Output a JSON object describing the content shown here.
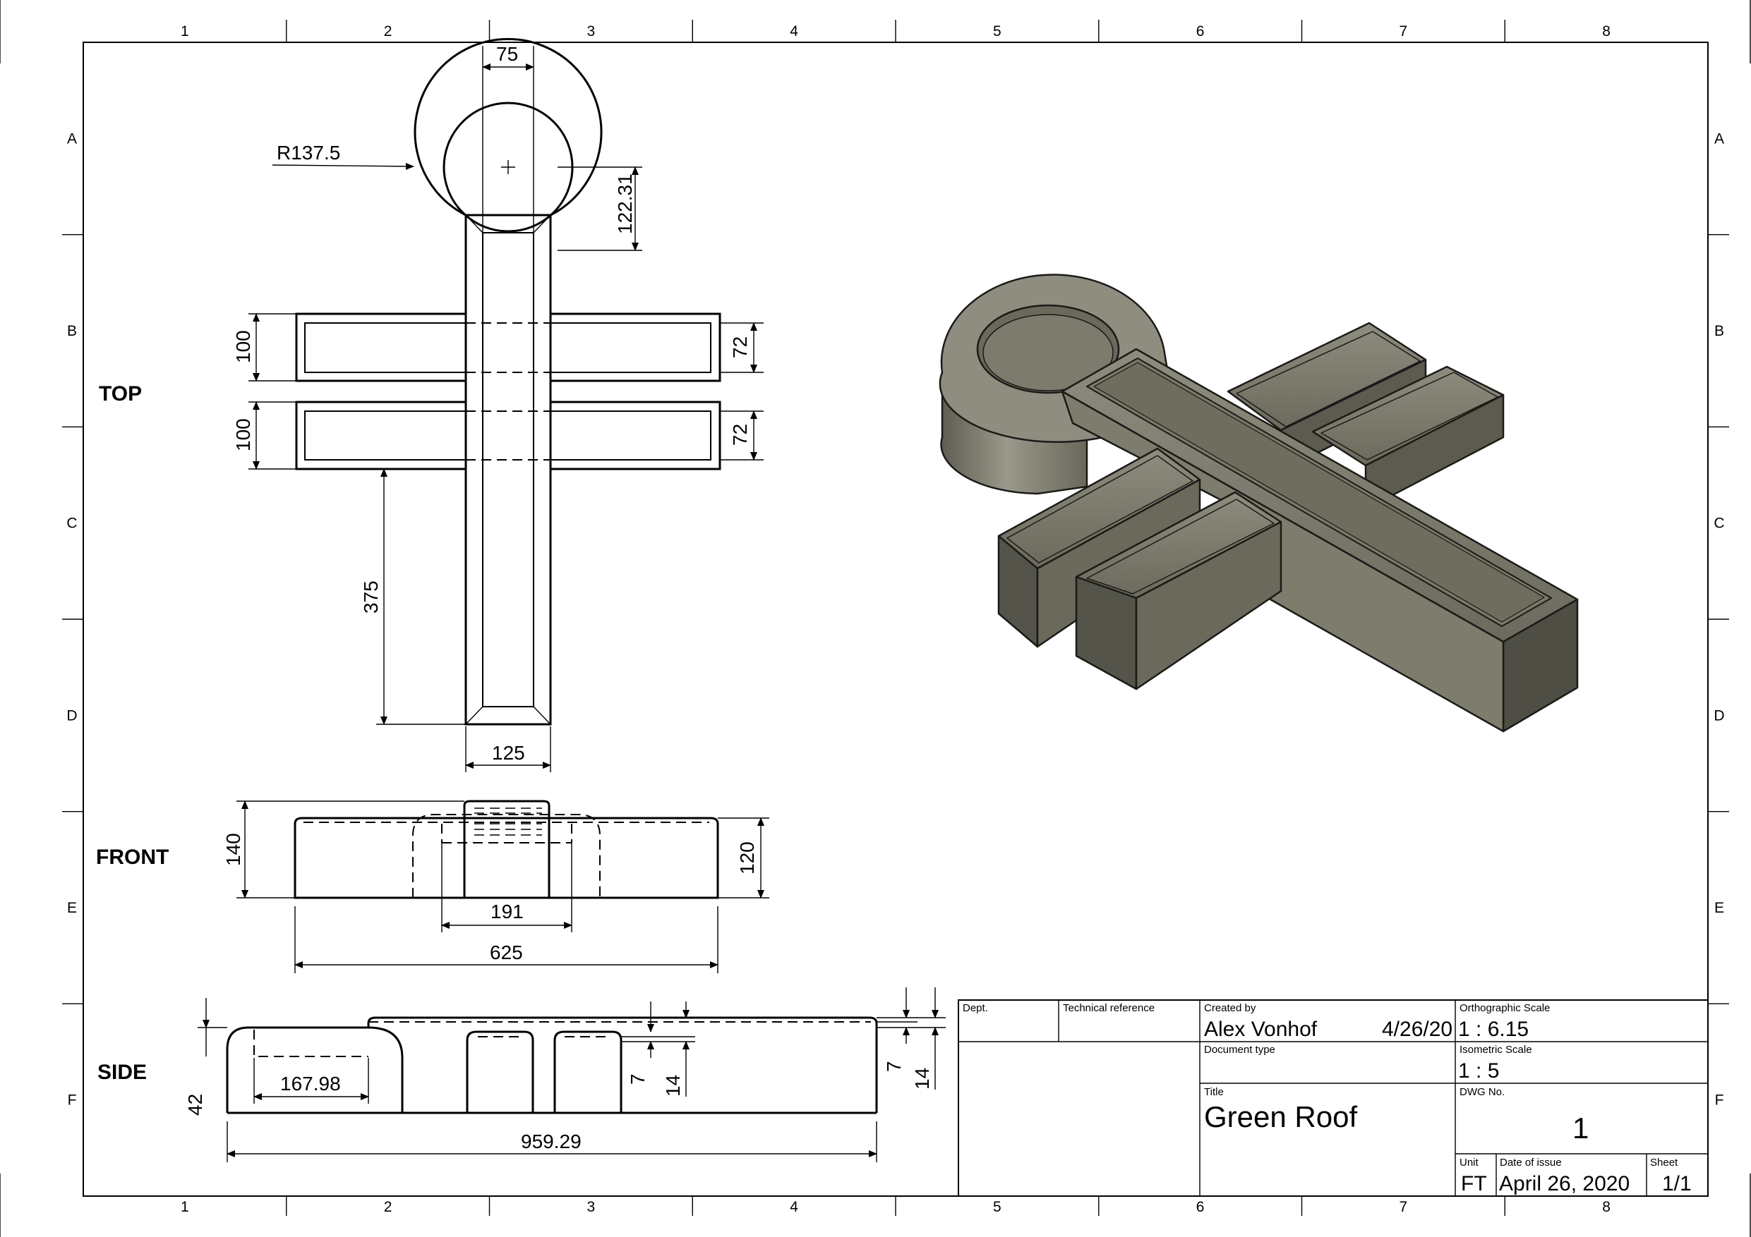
{
  "zones": {
    "columns": [
      "1",
      "2",
      "3",
      "4",
      "5",
      "6",
      "7",
      "8"
    ],
    "rows": [
      "A",
      "B",
      "C",
      "D",
      "E",
      "F"
    ]
  },
  "view_labels": {
    "top": "TOP",
    "front": "FRONT",
    "side": "SIDE"
  },
  "dimensions": {
    "top": {
      "hole_width": "75",
      "radius": "R137.5",
      "ring_offset": "122.31",
      "arm1_width": "100",
      "arm1_inner": "72",
      "arm2_width": "100",
      "arm2_inner": "72",
      "stem_length": "375",
      "stem_width": "125"
    },
    "front": {
      "overall_height": "140",
      "body_height": "120",
      "center_width": "191",
      "overall_width": "625"
    },
    "side": {
      "height": "42",
      "ledge": "167.98",
      "lip": "7",
      "lip_total": "14",
      "rail_lip": "7",
      "rail_lip_total": "14",
      "overall_length": "959.29"
    }
  },
  "title_block": {
    "dept_label": "Dept.",
    "tech_ref_label": "Technical reference",
    "created_by_label": "Created by",
    "created_by": "Alex Vonhof",
    "created_date": "4/26/20",
    "ortho_scale_label": "Orthographic Scale",
    "ortho_scale": "1 : 6.15",
    "doc_type_label": "Document type",
    "iso_scale_label": "Isometric Scale",
    "iso_scale": "1 : 5",
    "title_label": "Title",
    "title": "Green Roof",
    "dwg_no_label": "DWG No.",
    "dwg_no": "1",
    "unit_label": "Unit",
    "unit": "FT",
    "date_label": "Date of issue",
    "date": "April 26, 2020",
    "sheet_label": "Sheet",
    "sheet": "1/1"
  },
  "colors": {
    "model_fill": "#7a7868",
    "model_top": "#6e6c5d",
    "model_light": "#9b998a",
    "model_dark": "#4d4c42",
    "line": "#000000"
  }
}
